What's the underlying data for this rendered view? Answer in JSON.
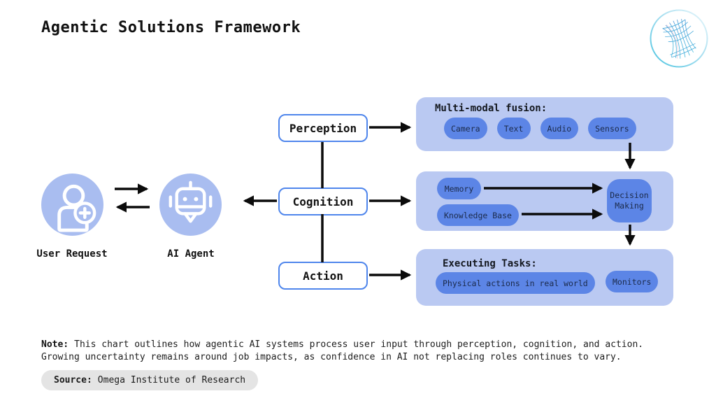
{
  "page": {
    "title": "Agentic Solutions Framework"
  },
  "flow": {
    "user": {
      "label": "User Request"
    },
    "agent": {
      "label": "AI Agent"
    },
    "stages": [
      {
        "label": "Perception"
      },
      {
        "label": "Cognition"
      },
      {
        "label": "Action"
      }
    ]
  },
  "panels": {
    "perception": {
      "title": "Multi-modal fusion:",
      "pills": [
        "Camera",
        "Text",
        "Audio",
        "Sensors"
      ]
    },
    "cognition": {
      "pills": [
        "Memory",
        "Knowledge Base"
      ],
      "decision": "Decision Making"
    },
    "action": {
      "title": "Executing Tasks:",
      "pills": [
        "Physical actions in real world",
        "Monitors"
      ]
    }
  },
  "note": {
    "label": "Note:",
    "text": "This chart outlines how agentic AI systems process user input through perception, cognition, and action. Growing uncertainty remains around job impacts, as confidence in AI not replacing roles continues to vary."
  },
  "source": {
    "label": "Source:",
    "text": "Omega Institute of Research"
  },
  "colors": {
    "panel_bg": "#bac9f2",
    "pill_bg": "#5c85e6",
    "icon_circle_bg": "#a9bdf0",
    "stage_box_border": "#4f86ec",
    "arrow": "#0b0b0b",
    "source_pill_bg": "#e4e4e4",
    "logo_blue": "#3e8fd6",
    "logo_teal": "#49c3e0"
  }
}
